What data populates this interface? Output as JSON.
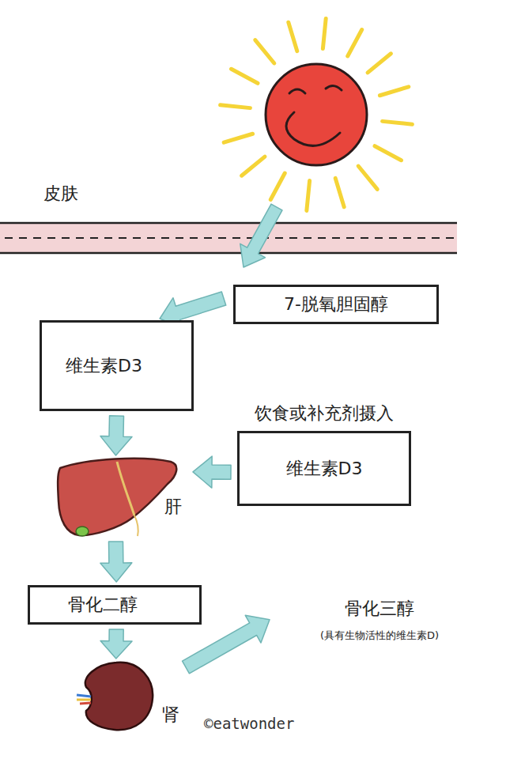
{
  "diagram": {
    "nodes": [
      {
        "text": [
          "7-脱氧胆固醇"
        ]
      },
      {
        "text": [
          "维生素D3"
        ]
      },
      {
        "text": [
          "饮食或补充剂摄入",
          "维生素D3"
        ]
      },
      {
        "text": [
          "肝"
        ]
      },
      {
        "text": [
          "骨化二醇"
        ]
      },
      {
        "text": [
          "骨化三醇",
          "(具有生物活性的维生素D)"
        ]
      },
      {
        "text": [
          "肾"
        ]
      }
    ],
    "edges": [
      {
        "from": 0,
        "to": 1,
        "arrow": "to"
      },
      {
        "from": 1,
        "to": 3,
        "arrow": "to"
      },
      {
        "from": 2,
        "to": 3,
        "arrow": "to"
      },
      {
        "from": 3,
        "to": 4,
        "arrow": "to"
      },
      {
        "from": 4,
        "to": 6,
        "arrow": "to"
      },
      {
        "from": 6,
        "to": 5,
        "arrow": "to"
      }
    ],
    "labels": [
      "皮肤",
      "©eatwonder"
    ]
  }
}
